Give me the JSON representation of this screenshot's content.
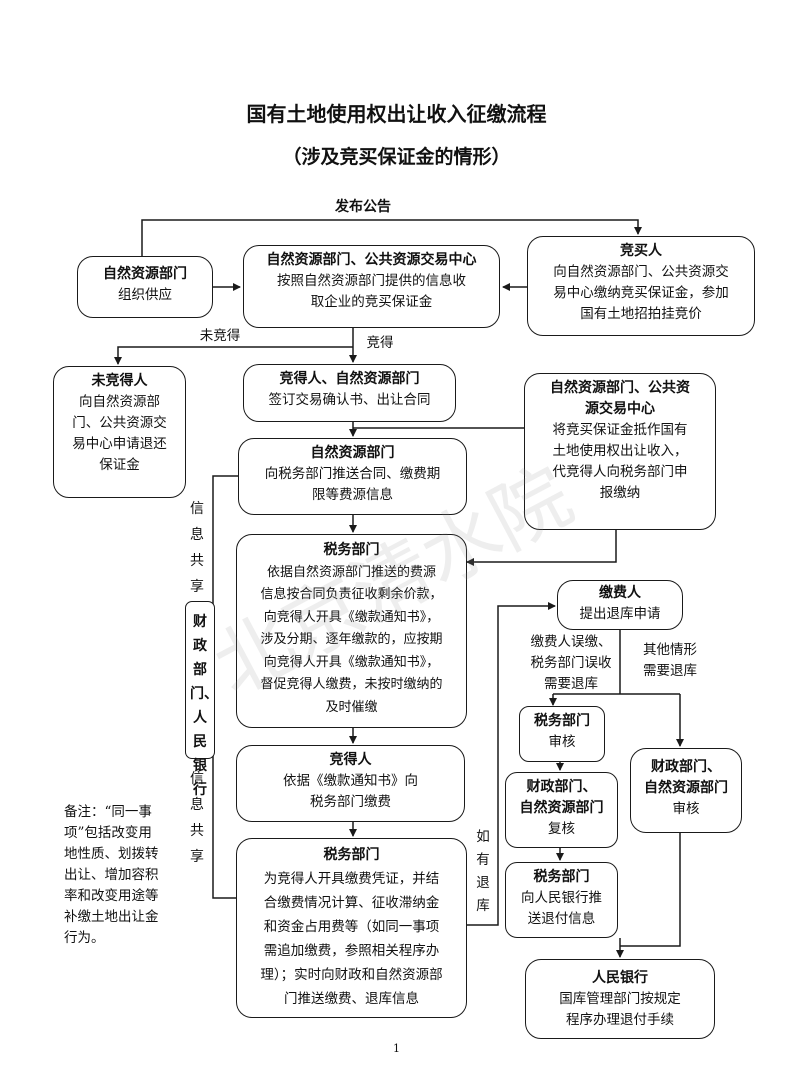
{
  "title": "国有土地使用权出让收入征缴流程",
  "subtitle": "（涉及竞买保证金的情形）",
  "top_label": "发布公告",
  "boxes": {
    "nrd_supply": {
      "heading": "自然资源部门",
      "body": [
        "组织供应"
      ]
    },
    "nrd_center": {
      "heading": "自然资源部门、公共资源交易中心",
      "body": [
        "按照自然资源部门提供的信息收",
        "取企业的竞买保证金"
      ]
    },
    "bidder": {
      "heading": "竞买人",
      "body": [
        "向自然资源部门、公共资源交",
        "易中心缴纳竞买保证金，参加",
        "国有土地招拍挂竞价"
      ]
    },
    "loser": {
      "heading": "未竞得人",
      "body": [
        "向自然资源部",
        "门、公共资源交",
        "易中心申请退还",
        "保证金"
      ]
    },
    "winner_nrd": {
      "heading": "竞得人、自然资源部门",
      "body": [
        "签订交易确认书、出让合同"
      ]
    },
    "center_offset": {
      "heading": [
        "自然资源部门、公共资",
        "源交易中心"
      ],
      "body": [
        "将竞买保证金抵作国有",
        "土地使用权出让收入，",
        "代竞得人向税务部门申",
        "报缴纳"
      ]
    },
    "nrd_push": {
      "heading": "自然资源部门",
      "body": [
        "向税务部门推送合同、缴费期",
        "限等费源信息"
      ]
    },
    "tax1": {
      "heading": "税务部门",
      "body": [
        "依据自然资源部门推送的费源",
        "信息按合同负责征收剩余价款，",
        "向竞得人开具《缴款通知书》，",
        "涉及分期、逐年缴款的，应按期",
        "向竞得人开具《缴款通知书》，",
        "督促竞得人缴费，未按时缴纳的",
        "及时催缴"
      ]
    },
    "payer_refund": {
      "heading": "缴费人",
      "body": [
        "提出退库申请"
      ]
    },
    "winner_pay": {
      "heading": "竞得人",
      "body": [
        "依据《缴款通知书》向",
        "税务部门缴费"
      ]
    },
    "tax_review": {
      "heading": "税务部门",
      "body": [
        "审核"
      ]
    },
    "fin_nrd_recheck": {
      "heading": [
        "财政部门、",
        "自然资源部门"
      ],
      "body": [
        "复核"
      ]
    },
    "fin_nrd_review": {
      "heading": [
        "财政部门、",
        "自然资源部门"
      ],
      "body": [
        "审核"
      ]
    },
    "tax_final": {
      "heading": "税务部门",
      "body": [
        "为竞得人开具缴费凭证，并结",
        "合缴费情况计算、征收滞纳金",
        "和资金占用费等（如同一事项",
        "需追加缴费，参照相关程序办",
        "理）；实时向财政和自然资源部",
        "门推送缴费、退库信息"
      ]
    },
    "tax_push_refund": {
      "heading": "税务部门",
      "body": [
        "向人民银行推",
        "送退付信息"
      ]
    },
    "pboc": {
      "heading": "人民银行",
      "body": [
        "国库管理部门按规定",
        "程序办理退付手续"
      ]
    }
  },
  "side_box": "财政部门、人民银行",
  "labels": {
    "not_won": "未竞得",
    "won": "竞得",
    "info_share_1": "信息共享",
    "info_share_2": "信息共享",
    "if_refund": "如有退库",
    "payer_error": [
      "缴费人误缴、",
      "税务部门误收",
      "需要退库"
    ],
    "other_refund": [
      "其他情形",
      "需要退库"
    ]
  },
  "note": "备注：“同一事项”包括改变用地性质、划拨转出让、增加容积率和改变用途等补缴土地出让金行为。",
  "page_number": "1",
  "watermark": "北京清水院"
}
